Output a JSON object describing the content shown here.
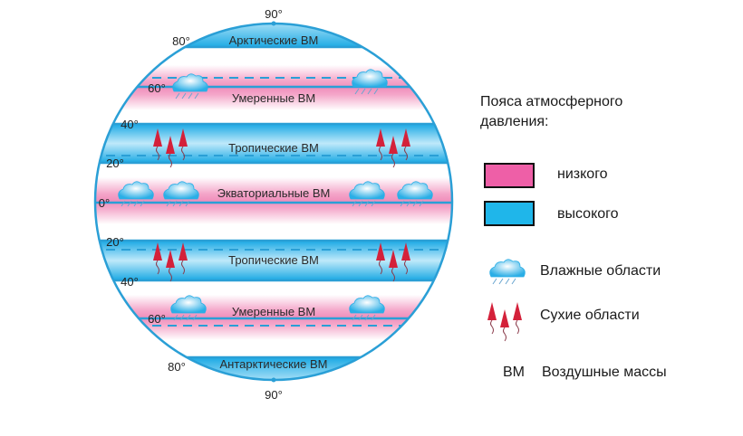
{
  "globe": {
    "latitudes": {
      "n90": "90°",
      "n80": "80°",
      "n60": "60°",
      "n40": "40°",
      "n20": "20°",
      "eq": "0°",
      "s20": "20°",
      "s40": "40°",
      "s60": "60°",
      "s80": "80°",
      "s90": "90°"
    },
    "bands": {
      "arctic": "Арктические ВМ",
      "temperate_n": "Умеренные ВМ",
      "tropical_n": "Тропические ВМ",
      "equatorial": "Экваториальные ВМ",
      "tropical_s": "Тропические ВМ",
      "temperate_s": "Умеренные ВМ",
      "antarctic": "Антарктические ВМ"
    }
  },
  "legend": {
    "title_line1": "Пояса атмосферного",
    "title_line2": "давления:",
    "low": "низкого",
    "high": "высокого",
    "wet": "Влажные области",
    "dry": "Сухие области",
    "abbr": "ВМ",
    "abbr_meaning": "Воздушные массы"
  },
  "colors": {
    "low_pressure": "#ee5fa7",
    "high_pressure": "#1fb6ea",
    "line": "#2a9fd6",
    "arrow": "#d4213a"
  }
}
